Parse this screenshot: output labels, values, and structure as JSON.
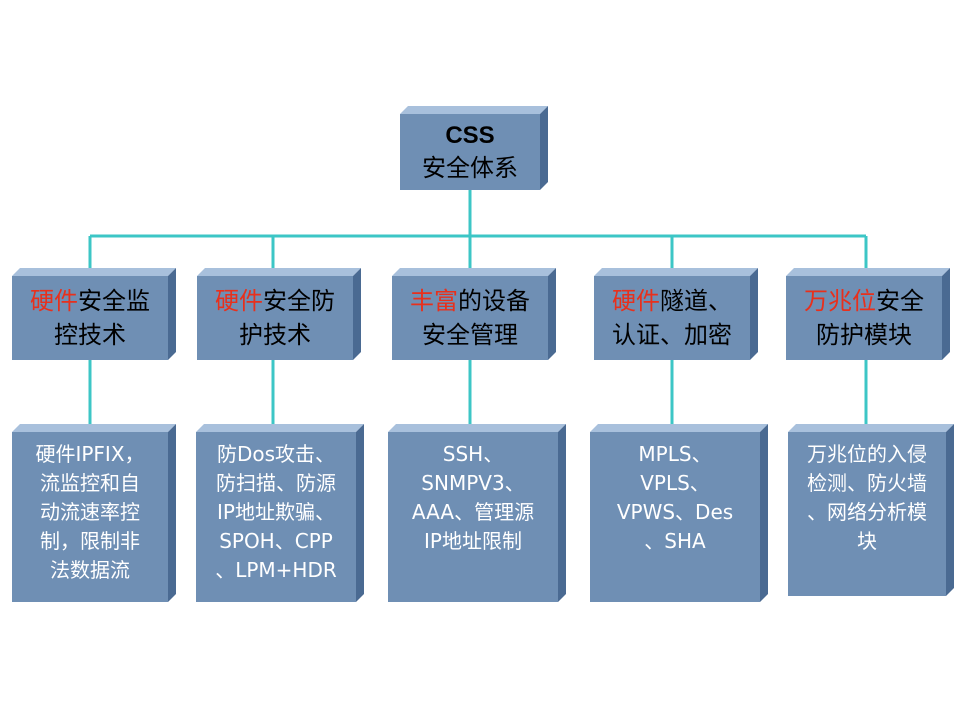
{
  "root": {
    "title": "CSS",
    "subtitle": "安全体系"
  },
  "categories": [
    {
      "line1_red": "硬件",
      "line1_black": "安全监",
      "line2": "控技术"
    },
    {
      "line1_red": "硬件",
      "line1_black": "安全防",
      "line2": "护技术"
    },
    {
      "line1_red": "丰富",
      "line1_black": "的设备",
      "line2": "安全管理"
    },
    {
      "line1_red": "硬件",
      "line1_black": "隧道、",
      "line2": "认证、加密"
    },
    {
      "line1_red": "万兆位",
      "line1_black": "安全",
      "line2": "防护模块"
    }
  ],
  "details": [
    {
      "lines": [
        "硬件IPFIX，",
        "流监控和自",
        "动流速率控",
        "制，限制非",
        "法数据流"
      ]
    },
    {
      "lines": [
        "防Dos攻击、",
        "防扫描、防源",
        "IP地址欺骗、",
        "SPOH、CPP",
        "、LPM+HDR"
      ]
    },
    {
      "lines": [
        "SSH、",
        "SNMPV3、",
        "AAA、管理源",
        "IP地址限制"
      ]
    },
    {
      "lines": [
        "MPLS、",
        "VPLS、",
        "VPWS、Des",
        "、SHA"
      ]
    },
    {
      "lines": [
        "万兆位的入侵",
        "检测、防火墙",
        "、网络分析模",
        "块"
      ]
    }
  ],
  "colors": {
    "box_face": "#6f8fb4",
    "box_top": "#a8c0dc",
    "box_side": "#4a6a92",
    "connector": "#3cc6c6",
    "highlight_text": "#e8301c",
    "detail_text": "#ffffff"
  }
}
